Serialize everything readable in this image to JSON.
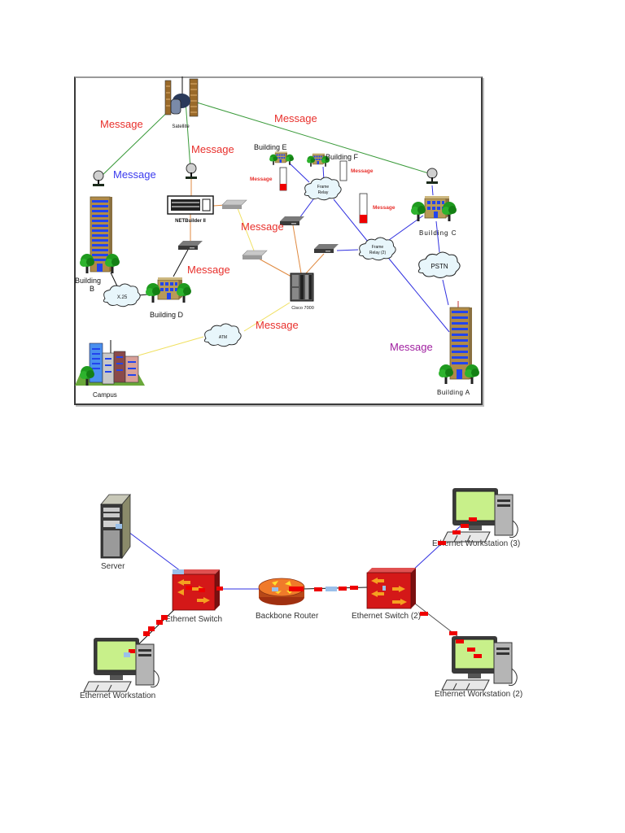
{
  "top_diagram": {
    "nodes": {
      "satellite": "Satellite",
      "netbuilder": "NETBuilder II",
      "cisco": "Cisco 7000",
      "building_a": "Building A",
      "building_b_line1": "Building",
      "building_b_line2": "B",
      "building_c": "Building C",
      "building_d": "Building D",
      "building_e": "Building E",
      "building_f": "Building F",
      "campus": "Campus"
    },
    "clouds": {
      "frame_relay_1": "Frame",
      "frame_relay_2": "Relay",
      "frame_relay2_1": "Frame",
      "frame_relay2_2": "Relay (2)",
      "pstn": "PSTN",
      "x25": "X.25",
      "atm": "ATM"
    },
    "messages": [
      {
        "text": "Message",
        "color": "#e8302c"
      },
      {
        "text": "Message",
        "color": "#e8302c"
      },
      {
        "text": "Message",
        "color": "#e8302c"
      },
      {
        "text": "Message",
        "color": "#3a3aee"
      },
      {
        "text": "Message",
        "color": "#e8302c"
      },
      {
        "text": "Message",
        "color": "#e8302c"
      },
      {
        "text": "Message",
        "color": "#e8302c"
      },
      {
        "text": "Message",
        "color": "#a020a0"
      },
      {
        "text": "Message",
        "color": "#e8302c"
      },
      {
        "text": "Message",
        "color": "#e8302c"
      },
      {
        "text": "Message",
        "color": "#e8302c"
      }
    ],
    "queues": [
      {
        "name": "queue-building-e",
        "fill": 0.3
      },
      {
        "name": "queue-building-f",
        "fill": 0.0
      },
      {
        "name": "queue-frame-relay",
        "fill": 0.3
      }
    ]
  },
  "bottom_diagram": {
    "nodes": {
      "server": "Server",
      "switch1": "Ethernet Switch",
      "router": "Backbone Router",
      "switch2": "Ethernet Switch (2)",
      "ws1": "Ethernet Workstation",
      "ws2": "Ethernet Workstation (2)",
      "ws3": "Ethernet Workstation (3)"
    }
  },
  "colors": {
    "link_green": "#3a9a3a",
    "link_blue": "#3030e0",
    "link_orange": "#e08a40",
    "link_yellow": "#f0e060",
    "packet_red": "#ee0000",
    "switch_red": "#cc1010"
  }
}
